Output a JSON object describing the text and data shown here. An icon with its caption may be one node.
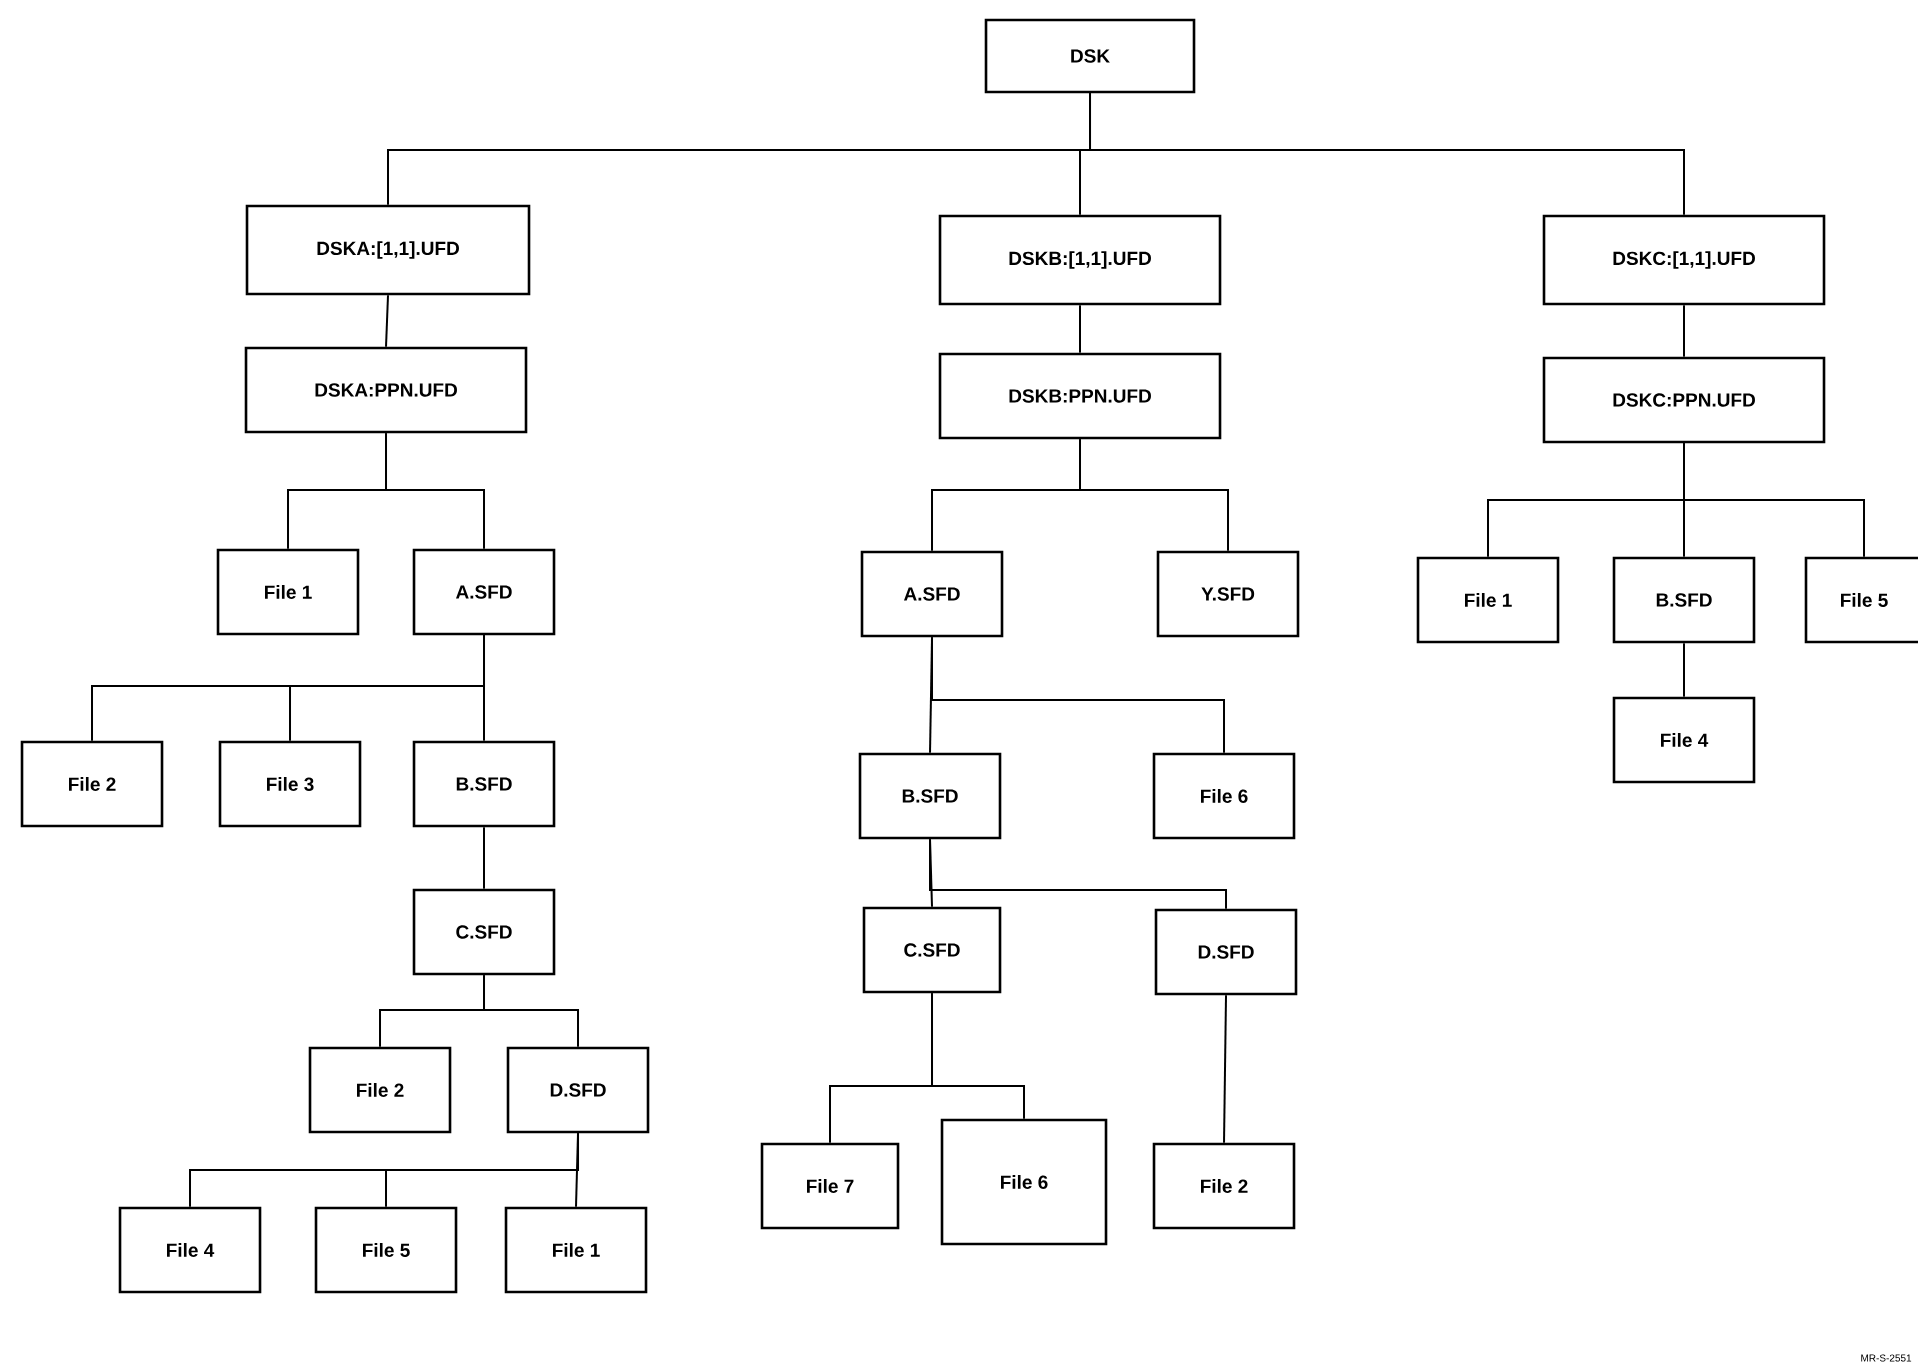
{
  "diagram": {
    "nodes": [
      {
        "text": [
          "DSK"
        ]
      },
      {
        "text": [
          "DSKA:[1,1].UFD"
        ]
      },
      {
        "text": [
          "DSKA:PPN.UFD"
        ]
      },
      {
        "text": [
          "File 1"
        ]
      },
      {
        "text": [
          "A.SFD"
        ]
      },
      {
        "text": [
          "File 2"
        ]
      },
      {
        "text": [
          "File 3"
        ]
      },
      {
        "text": [
          "B.SFD"
        ]
      },
      {
        "text": [
          "C.SFD"
        ]
      },
      {
        "text": [
          "File 2"
        ]
      },
      {
        "text": [
          "D.SFD"
        ]
      },
      {
        "text": [
          "File 4"
        ]
      },
      {
        "text": [
          "File 5"
        ]
      },
      {
        "text": [
          "File 1"
        ]
      },
      {
        "text": [
          "DSKB:[1,1].UFD"
        ]
      },
      {
        "text": [
          "DSKB:PPN.UFD"
        ]
      },
      {
        "text": [
          "A.SFD"
        ]
      },
      {
        "text": [
          "Y.SFD"
        ]
      },
      {
        "text": [
          "B.SFD"
        ]
      },
      {
        "text": [
          "File 6"
        ]
      },
      {
        "text": [
          "C.SFD"
        ]
      },
      {
        "text": [
          "D.SFD"
        ]
      },
      {
        "text": [
          "File 7"
        ]
      },
      {
        "text": [
          "File 6"
        ]
      },
      {
        "text": [
          "File 2"
        ]
      },
      {
        "text": [
          "DSKC:[1,1].UFD"
        ]
      },
      {
        "text": [
          "DSKC:PPN.UFD"
        ]
      },
      {
        "text": [
          "File 1"
        ]
      },
      {
        "text": [
          "B.SFD"
        ]
      },
      {
        "text": [
          "File 5"
        ]
      },
      {
        "text": [
          "File 4"
        ]
      }
    ],
    "edges": [
      {
        "from": 0,
        "to": 1,
        "arrow": "none"
      },
      {
        "from": 0,
        "to": 14,
        "arrow": "none"
      },
      {
        "from": 0,
        "to": 25,
        "arrow": "none"
      },
      {
        "from": 1,
        "to": 2,
        "arrow": "none"
      },
      {
        "from": 2,
        "to": 3,
        "arrow": "none"
      },
      {
        "from": 2,
        "to": 4,
        "arrow": "none"
      },
      {
        "from": 4,
        "to": 5,
        "arrow": "none"
      },
      {
        "from": 4,
        "to": 6,
        "arrow": "none"
      },
      {
        "from": 4,
        "to": 7,
        "arrow": "none"
      },
      {
        "from": 7,
        "to": 8,
        "arrow": "none"
      },
      {
        "from": 8,
        "to": 9,
        "arrow": "none"
      },
      {
        "from": 8,
        "to": 10,
        "arrow": "none"
      },
      {
        "from": 10,
        "to": 11,
        "arrow": "none"
      },
      {
        "from": 10,
        "to": 12,
        "arrow": "none"
      },
      {
        "from": 10,
        "to": 13,
        "arrow": "none"
      },
      {
        "from": 14,
        "to": 15,
        "arrow": "none"
      },
      {
        "from": 15,
        "to": 16,
        "arrow": "none"
      },
      {
        "from": 15,
        "to": 17,
        "arrow": "none"
      },
      {
        "from": 16,
        "to": 18,
        "arrow": "none"
      },
      {
        "from": 16,
        "to": 19,
        "arrow": "none"
      },
      {
        "from": 18,
        "to": 20,
        "arrow": "none"
      },
      {
        "from": 18,
        "to": 21,
        "arrow": "none"
      },
      {
        "from": 20,
        "to": 22,
        "arrow": "none"
      },
      {
        "from": 20,
        "to": 23,
        "arrow": "none"
      },
      {
        "from": 21,
        "to": 24,
        "arrow": "none"
      },
      {
        "from": 25,
        "to": 26,
        "arrow": "none"
      },
      {
        "from": 26,
        "to": 27,
        "arrow": "none"
      },
      {
        "from": 26,
        "to": 28,
        "arrow": "none"
      },
      {
        "from": 26,
        "to": 29,
        "arrow": "none"
      },
      {
        "from": 28,
        "to": 30,
        "arrow": "none"
      }
    ],
    "labels": [
      "MR-S-2551"
    ]
  }
}
